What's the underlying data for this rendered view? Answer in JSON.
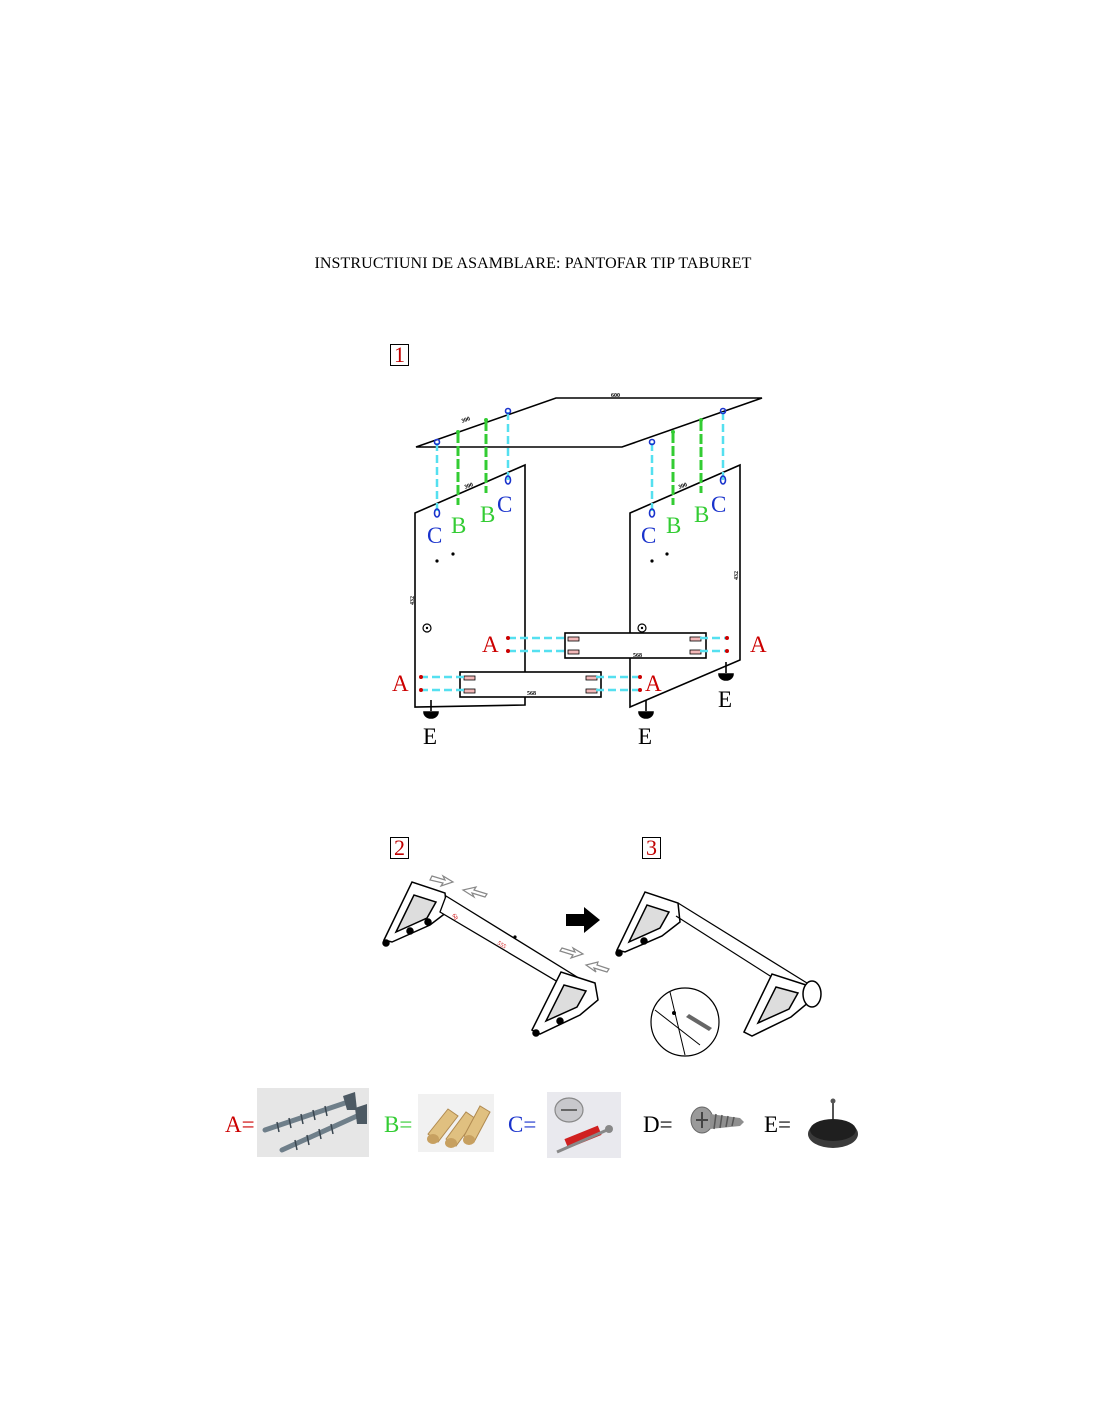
{
  "title": "INSTRUCTIUNI DE ASAMBLARE: PANTOFAR TIP TABURET",
  "steps": [
    "1",
    "2",
    "3"
  ],
  "step1": {
    "dims": {
      "top_width": "600",
      "top_depth": "300",
      "side_hole": "300",
      "side_height": "432",
      "rail": "568"
    },
    "labels": {
      "A": "A",
      "B": "B",
      "C": "C",
      "E": "E"
    }
  },
  "step2": {
    "dims": {
      "rail_top": "68",
      "rail_mid": "555"
    }
  },
  "legend": [
    {
      "label": "A=",
      "color": "#cc0000",
      "part": "confirmat-screws"
    },
    {
      "label": "B=",
      "color": "#33cc33",
      "part": "wooden-dowels"
    },
    {
      "label": "C=",
      "color": "#1a33cc",
      "part": "cam-lock-fittings"
    },
    {
      "label": "D=",
      "color": "#000000",
      "part": "wood-screw"
    },
    {
      "label": "E=",
      "color": "#000000",
      "part": "glide-foot"
    }
  ],
  "colors": {
    "red": "#cc0000",
    "green": "#33cc33",
    "blue": "#1a33cc",
    "cyan": "#55e0f0"
  }
}
